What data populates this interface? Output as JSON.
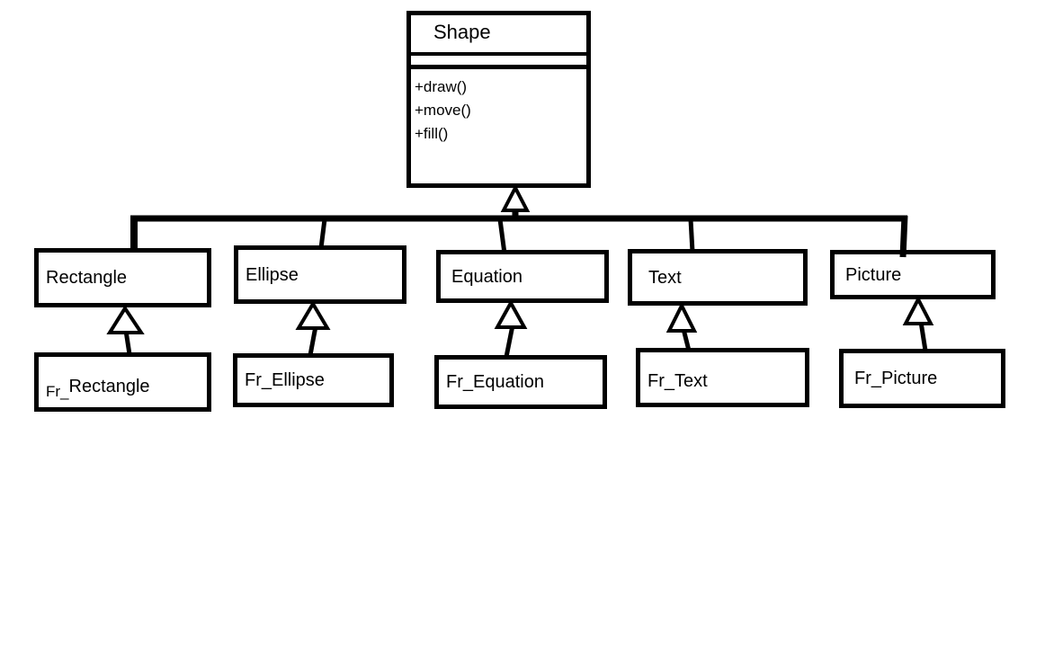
{
  "diagram": {
    "type": "uml-class-inheritance",
    "colors": {
      "line": "#000000",
      "background": "#ffffff",
      "box_fill": "#ffffff",
      "text": "#000000"
    },
    "root": {
      "name": "Shape",
      "attributes": [],
      "methods": [
        "+draw()",
        "+move()",
        "+fill()"
      ]
    },
    "level1": [
      {
        "name": "Rectangle"
      },
      {
        "name": "Ellipse"
      },
      {
        "name": "Equation"
      },
      {
        "name": "Text"
      },
      {
        "name": "Picture"
      }
    ],
    "level2": [
      {
        "name": "Fr_Rectangle",
        "prefix": "Fr_",
        "rest": "Rectangle"
      },
      {
        "name": "Fr_Ellipse"
      },
      {
        "name": "Fr_Equation"
      },
      {
        "name": "Fr_Text"
      },
      {
        "name": "Fr_Picture"
      }
    ],
    "edges": [
      {
        "from": "Rectangle",
        "to": "Shape",
        "type": "inheritance"
      },
      {
        "from": "Ellipse",
        "to": "Shape",
        "type": "inheritance"
      },
      {
        "from": "Equation",
        "to": "Shape",
        "type": "inheritance"
      },
      {
        "from": "Text",
        "to": "Shape",
        "type": "inheritance"
      },
      {
        "from": "Picture",
        "to": "Shape",
        "type": "inheritance"
      },
      {
        "from": "Fr_Rectangle",
        "to": "Rectangle",
        "type": "inheritance"
      },
      {
        "from": "Fr_Ellipse",
        "to": "Ellipse",
        "type": "inheritance"
      },
      {
        "from": "Fr_Equation",
        "to": "Equation",
        "type": "inheritance"
      },
      {
        "from": "Fr_Text",
        "to": "Text",
        "type": "inheritance"
      },
      {
        "from": "Fr_Picture",
        "to": "Picture",
        "type": "inheritance"
      }
    ]
  }
}
